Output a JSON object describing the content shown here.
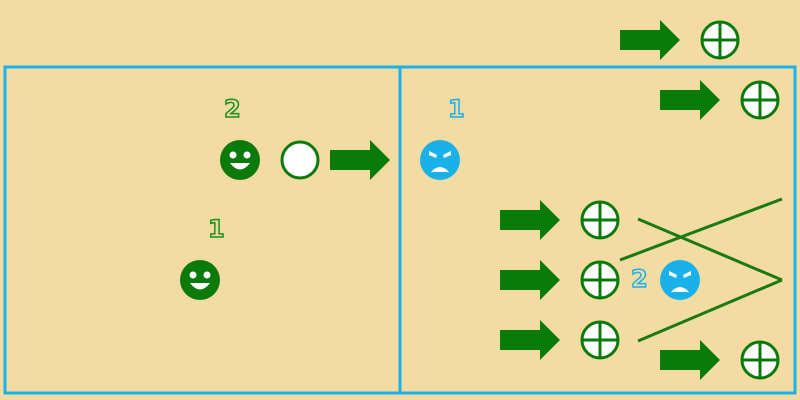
{
  "colors": {
    "background": "#f3dca3",
    "border": "#1ab0e8",
    "player_green": "#0b7a0b",
    "enemy_blue": "#1ab0e8",
    "arrow_green": "#0a7a0a",
    "line_green": "#1a7a12",
    "white": "#ffffff"
  },
  "labels": {
    "left_upper": "2",
    "left_lower": "1",
    "right_top": "1",
    "right_middle": "2"
  },
  "icons": {
    "happy_face": "happy-face-icon",
    "angry_face": "angry-face-icon",
    "empty_circle": "empty-circle-icon",
    "crosshair": "crosshair-icon",
    "arrow": "right-arrow-icon"
  }
}
